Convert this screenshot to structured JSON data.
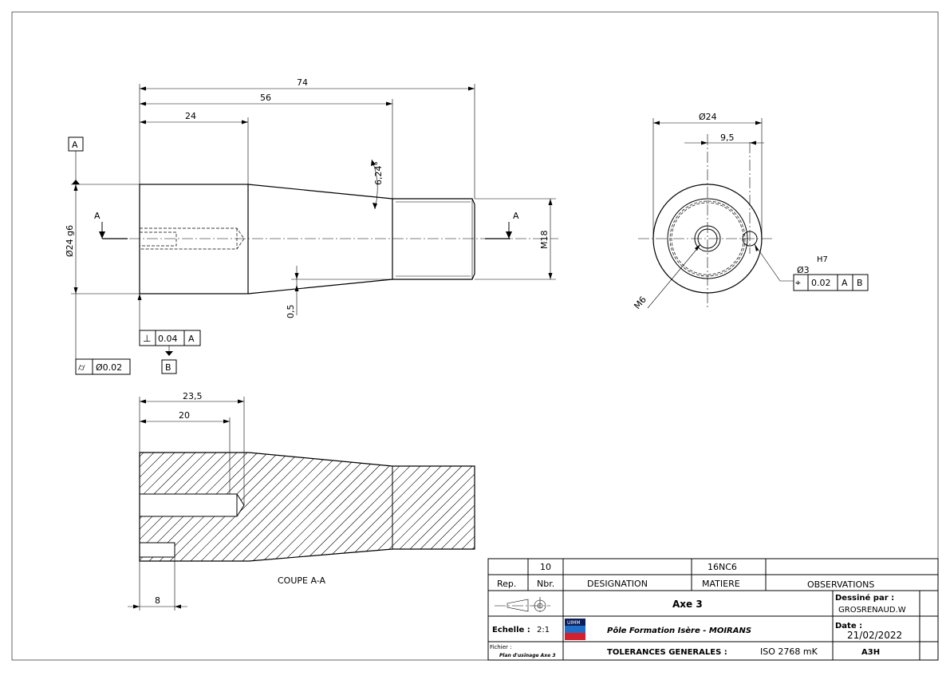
{
  "dimensions": {
    "overall_length": "74",
    "length_56": "56",
    "length_24": "24",
    "taper_angle": "6,24°",
    "diameter_main": "Ø24 g6",
    "thread": "M18",
    "offset": "0,5",
    "end_diameter": "Ø24",
    "hole_offset": "9,5",
    "center_thread": "M6",
    "pin_hole": "Ø3",
    "pin_fit": "H7",
    "section_23_5": "23,5",
    "section_20": "20",
    "section_8": "8"
  },
  "datums": {
    "a": "A",
    "b": "B"
  },
  "section_marks": {
    "left": "A",
    "right": "A"
  },
  "tolerances": {
    "perpendicularity": {
      "symbol": "⊥",
      "value": "0.04",
      "datum": "A"
    },
    "cylindricity": {
      "symbol": "⌭",
      "value": "Ø0.02"
    },
    "position": {
      "symbol": "⌖",
      "value": "0.02",
      "datum1": "A",
      "datum2": "B"
    }
  },
  "section_title": "COUPE A-A",
  "title_block": {
    "qty": "10",
    "material": "16NC6",
    "col_rep": "Rep.",
    "col_nbr": "Nbr.",
    "col_designation": "DESIGNATION",
    "col_matiere": "MATIERE",
    "col_observations": "OBSERVATIONS",
    "part_name": "Axe 3",
    "drawn_by_label": "Dessiné par :",
    "drawn_by": "GROSRENAUD.W",
    "scale_label": "Echelle :",
    "scale": "2:1",
    "logo_text": "UIMM",
    "organization": "Pôle Formation Isère - MOIRANS",
    "date_label": "Date :",
    "date": "21/02/2022",
    "file_label": "Fichier :",
    "file_name": "Plan d'usinage Axe 3",
    "general_tol_label": "TOLERANCES GENERALES :",
    "general_tol": "ISO 2768 mK",
    "format": "A3H"
  }
}
